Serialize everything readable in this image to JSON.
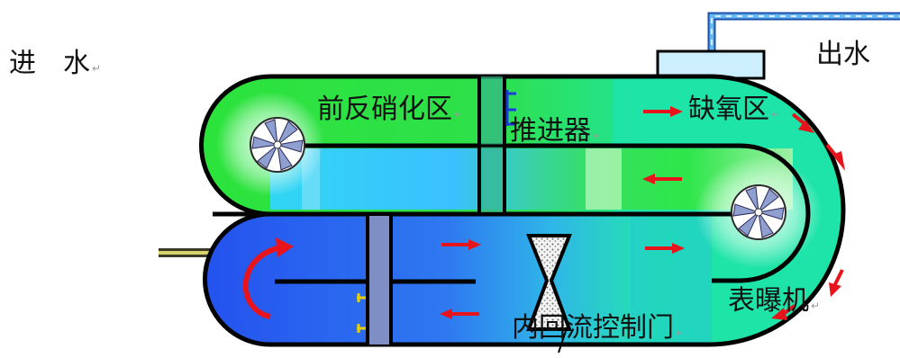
{
  "labels": {
    "inlet": "进　水",
    "outlet": "出水",
    "pre_denitrification": "前反硝化区",
    "thruster": "推进器",
    "anoxic": "缺氧区",
    "aerator": "表曝机",
    "gate": "内回流控制门"
  },
  "paragraph_mark": "↵",
  "colors": {
    "green_zone": "#22e43a",
    "teal_zone": "#1fe3a8",
    "blue_zone": "#2f6cf2",
    "arrow": "#e8141b",
    "pipe": "#2b7bd6",
    "outline": "#000000"
  }
}
